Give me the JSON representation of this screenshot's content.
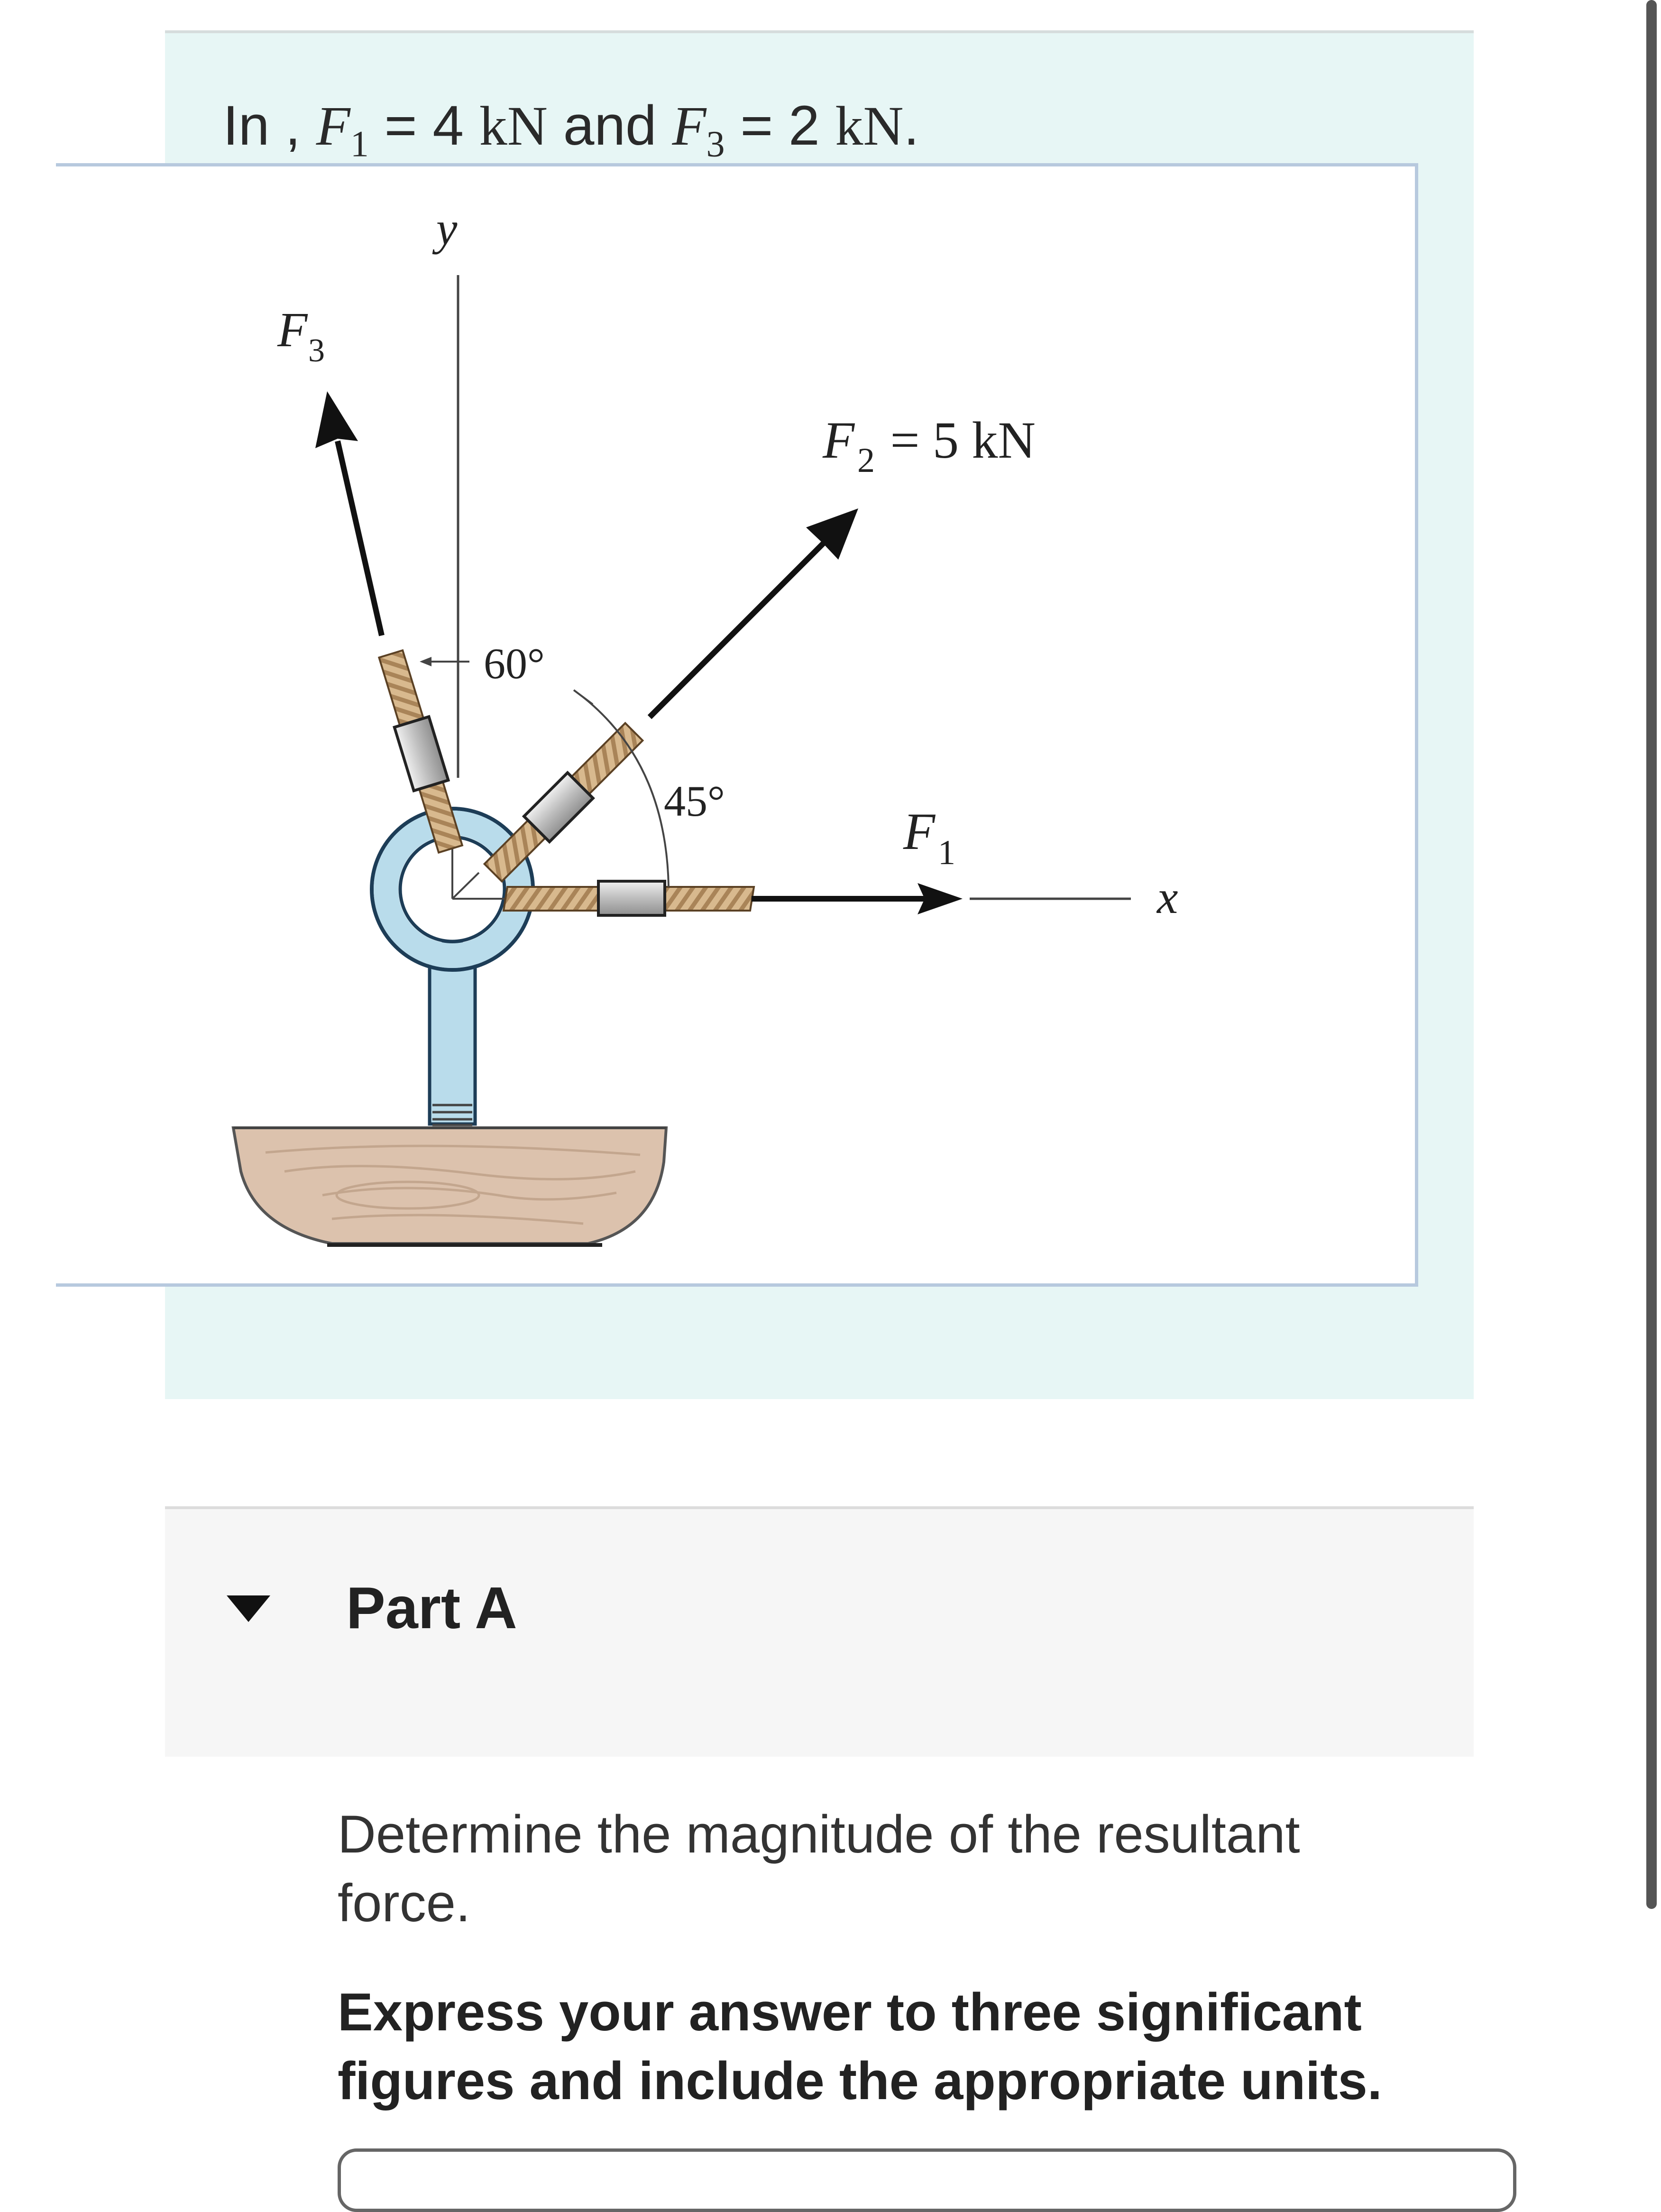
{
  "intro": {
    "prefix": "In ,",
    "f1_symbol": "F",
    "f1_sub": "1",
    "eq1": " = 4 ",
    "unit1": "kN",
    "and": " and ",
    "f3_symbol": "F",
    "f3_sub": "3",
    "eq3": " = 2 ",
    "unit3": "kN",
    "end": "."
  },
  "figure": {
    "y_axis_label": "y",
    "x_axis_label": "x",
    "f3_label": "F",
    "f3_sub": "3",
    "f2_label": "F",
    "f2_sub": "2",
    "f2_value": " = 5 kN",
    "f1_label": "F",
    "f1_sub": "1",
    "angle_60": "60°",
    "angle_45": "45°"
  },
  "part": {
    "title": "Part A"
  },
  "question": {
    "text": "Determine the magnitude of the resultant force.",
    "instruction": "Express your answer to three significant figures and include the appropriate units."
  },
  "colors": {
    "panel_bg": "#e7f6f5",
    "frame_border": "#b7c9de",
    "eyebolt_blue": "#b9dceb",
    "wood": "#dcc2ad",
    "rope": "#c9a579"
  }
}
